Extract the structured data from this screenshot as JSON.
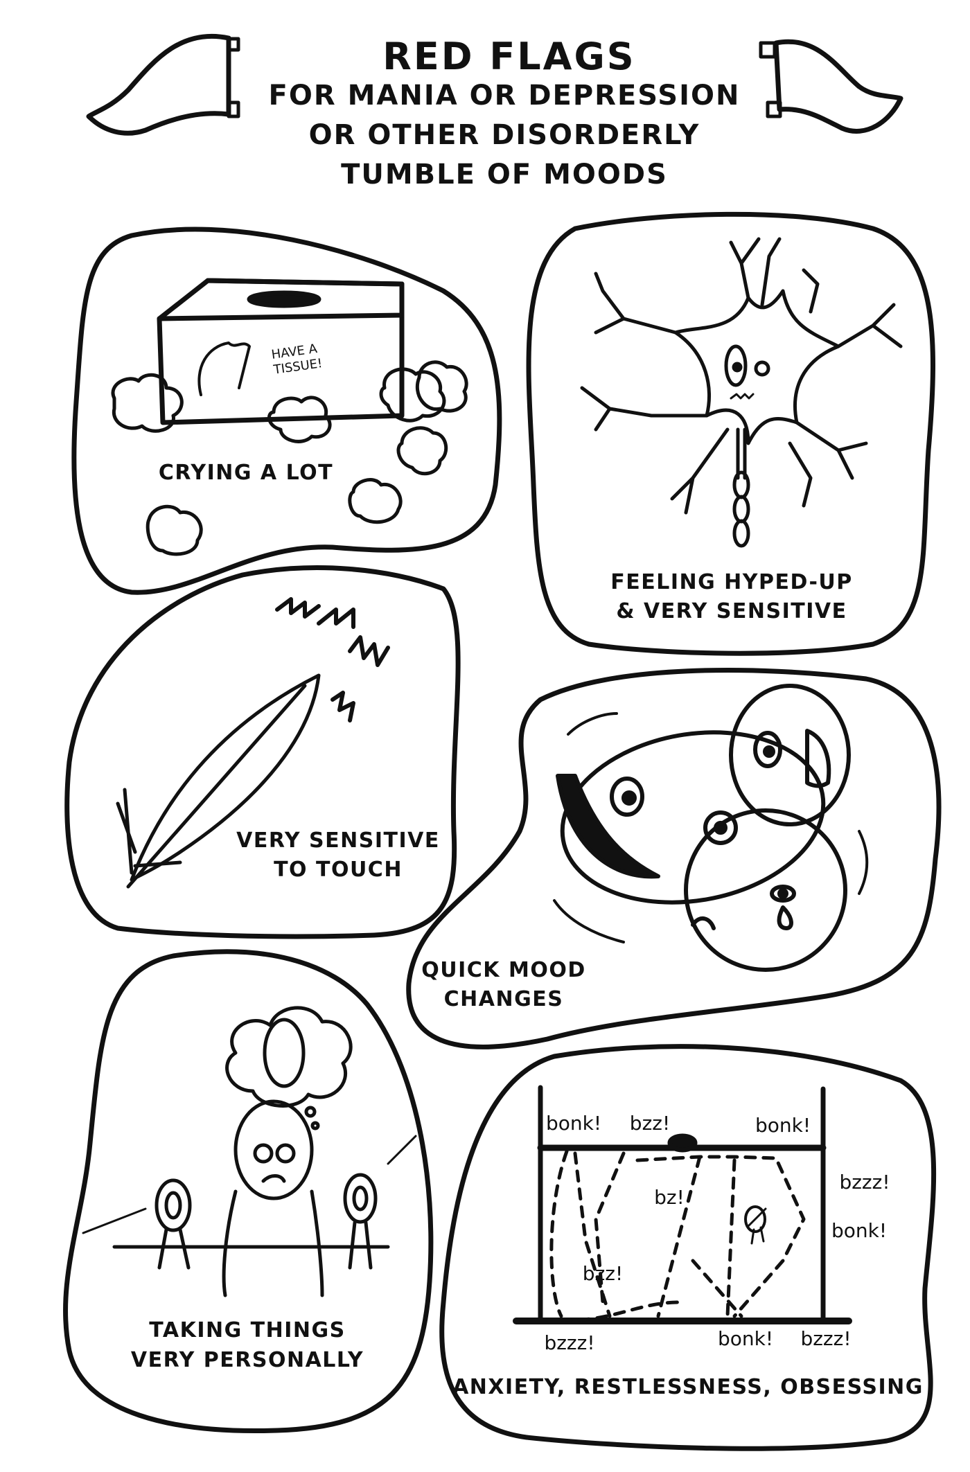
{
  "header": {
    "title": "Red Flags",
    "subtitle_lines": [
      "For mania or depression",
      "or other disorderly",
      "tumble of moods"
    ]
  },
  "panels": {
    "crying": {
      "label": "Crying a lot",
      "box_text": "Have a tissue!"
    },
    "hyped": {
      "label_lines": [
        "Feeling hyped-up",
        "& very sensitive"
      ]
    },
    "touch": {
      "label_lines": [
        "Very sensitive",
        "to touch"
      ]
    },
    "mood": {
      "label_lines": [
        "Quick mood",
        "changes"
      ]
    },
    "personal": {
      "label_lines": [
        "Taking things",
        "very personally"
      ]
    },
    "anxiety": {
      "label": "Anxiety, restlessness, obsessing",
      "sounds": [
        "bonk!",
        "bzz!",
        "bonk!",
        "bzzz!",
        "bonk!",
        "bz!",
        "bzz!",
        "bzzz!",
        "bonk!",
        "bzzz!"
      ]
    }
  },
  "colors": {
    "ink": "#111111",
    "paper": "#ffffff"
  }
}
